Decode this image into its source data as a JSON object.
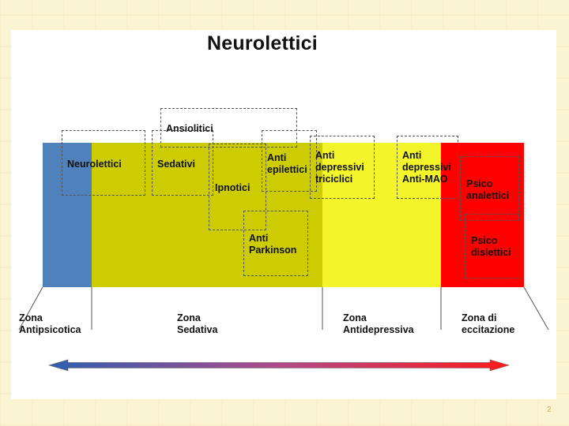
{
  "slide": {
    "title": "Neurolettici",
    "page_number": "2"
  },
  "categories": {
    "neurolettici": "Neurolettici",
    "ansiolitici": "Ansiolitici",
    "sedativi": "Sedativi",
    "ipnotici": "Ipnotici",
    "antiepilettici": "Anti\nepilettici",
    "antidepressivi_triciclici": "Anti\ndepressivi\ntriciclici",
    "antidepressivi_antimao": "Anti\ndepressivi\nAnti-MAO",
    "antiparkinson": "Anti\nParkinson",
    "psicoanalettici": "Psico\nanalettici",
    "psicodislettici": "Psico\ndislettici"
  },
  "zones": {
    "antipsicotica": "Zona\nAntipsicotica",
    "sedativa": "Zona\nSedativa",
    "antidepressiva": "Zona\nAntidepressiva",
    "eccitazione": "Zona di\neccitazione"
  },
  "colors": {
    "antipsychotic_blue": "#4f81bd",
    "sedative_olive": "#cccc00",
    "antidepressant_yellow": "#f4f42a",
    "excitation_red": "#ff0000"
  }
}
